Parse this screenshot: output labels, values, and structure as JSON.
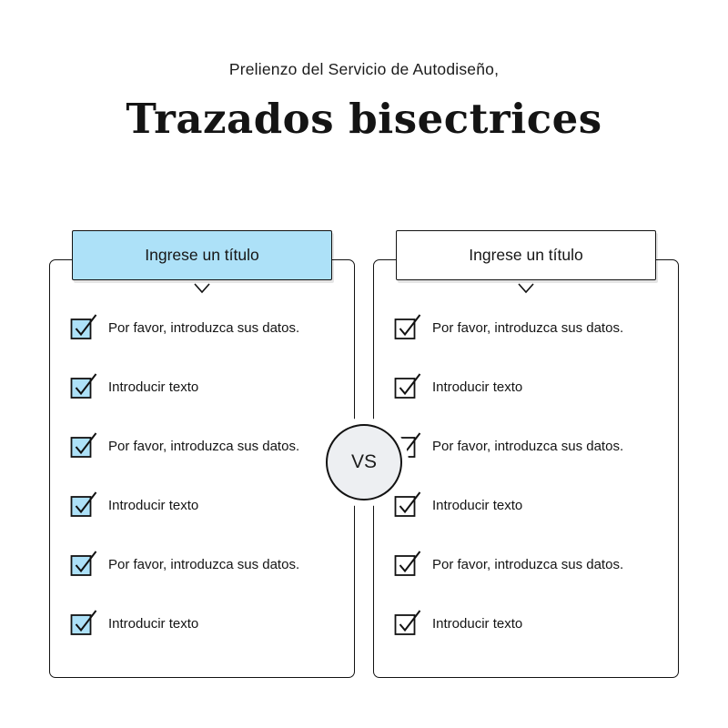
{
  "header": {
    "subtitle": "Prelienzo del Servicio de Autodiseño,",
    "title": "Trazados bisectrices"
  },
  "vs_label": "VS",
  "panels": [
    {
      "title": "Ingrese un título",
      "items": [
        "Por favor, introduzca sus datos.",
        "Introducir texto",
        "Por favor, introduzca sus datos.",
        "Introducir texto",
        "Por favor, introduzca sus datos.",
        "Introducir texto"
      ]
    },
    {
      "title": "Ingrese un título",
      "items": [
        "Por favor, introduzca sus datos.",
        "Introducir texto",
        "Por favor, introduzca sus datos.",
        "Introducir texto",
        "Por favor, introduzca sus datos.",
        "Introducir texto"
      ]
    }
  ],
  "colors": {
    "accent_blue": "#ADE1F8",
    "vs_fill": "#EDEFF2",
    "line": "#121212"
  }
}
